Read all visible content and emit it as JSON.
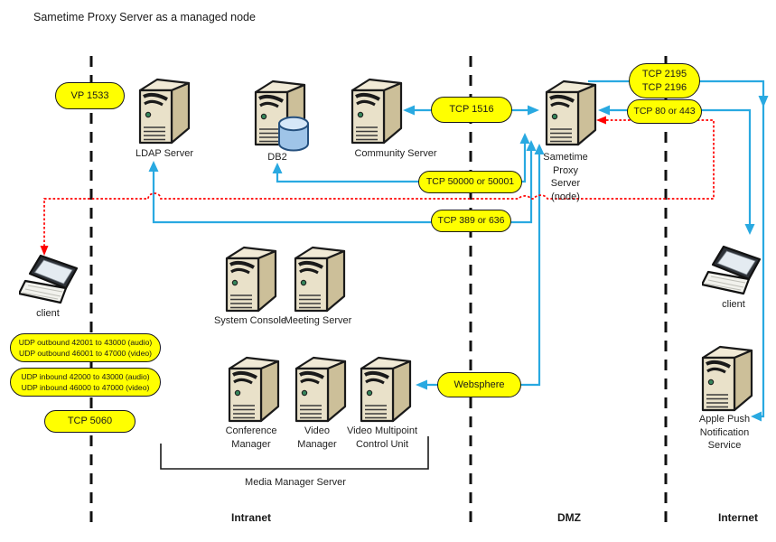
{
  "title": "Sametime Proxy Server as a managed node",
  "zones": {
    "intranet": "Intranet",
    "dmz": "DMZ",
    "internet": "Internet"
  },
  "nodes": {
    "ldap": {
      "label": "LDAP Server"
    },
    "db2": {
      "label": "DB2"
    },
    "community": {
      "label": "Community Server"
    },
    "proxy": {
      "label": "Sametime\nProxy\nServer\n(node)"
    },
    "system_console": {
      "label": "System Console"
    },
    "meeting_server": {
      "label": "Meeting Server"
    },
    "conference_manager": {
      "label": "Conference\nManager"
    },
    "video_manager": {
      "label": "Video\nManager"
    },
    "video_mcu": {
      "label": "Video Multipoint\nControl Unit"
    },
    "apns": {
      "label": "Apple Push\nNotification\nService"
    },
    "client_intranet": {
      "label": "client"
    },
    "client_internet": {
      "label": "client"
    },
    "media_manager_group": {
      "label": "Media Manager Server"
    }
  },
  "port_labels": {
    "vp_1533": "VP 1533",
    "tcp_1516": "TCP 1516",
    "tcp_2195_2196": "TCP 2195\nTCP 2196",
    "tcp_80_443": "TCP 80 or 443",
    "tcp_50000_50001": "TCP 50000 or 50001",
    "tcp_389_636": "TCP 389 or 636",
    "websphere": "Websphere",
    "udp_outbound": "UDP outbound 42001 to 43000 (audio)\nUDP outbound 46001 to 47000 (video)",
    "udp_inbound": "UDP inbound 42000 to 43000 (audio)\nUDP inbound 46000 to 47000 (video)",
    "tcp_5060": "TCP 5060"
  },
  "colors": {
    "connector_blue": "#29A9E1",
    "connector_red": "#FF0000",
    "pill_fill": "#FFFF00",
    "pill_border": "#1A1A1A",
    "zone_boundary": "#111111"
  }
}
